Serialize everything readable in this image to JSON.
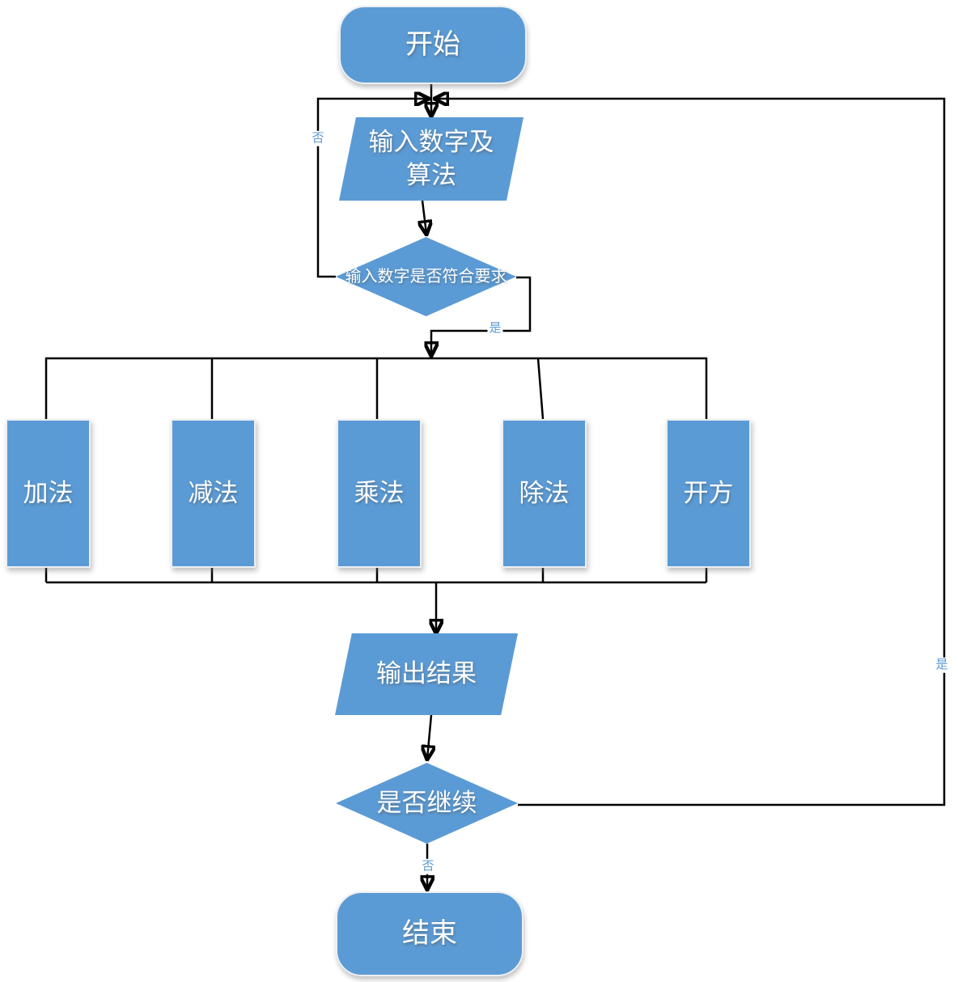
{
  "diagram": {
    "background": "#ffffff",
    "shape_fill": "#5b9bd5",
    "shape_text_color": "#ffffff",
    "connector_color": "#000000",
    "edge_label_color": "#5b9bd5",
    "nodes": {
      "start": "开始",
      "input_line1": "输入数字及",
      "input_line2": "算法",
      "check": "输入数字是否符合要求",
      "ops": [
        "加法",
        "减法",
        "乘法",
        "除法",
        "开方"
      ],
      "output": "输出结果",
      "continue": "是否继续",
      "end": "结束"
    },
    "edge_labels": {
      "check_no": "否",
      "check_yes": "是",
      "continue_yes": "是",
      "continue_no": "否"
    }
  }
}
